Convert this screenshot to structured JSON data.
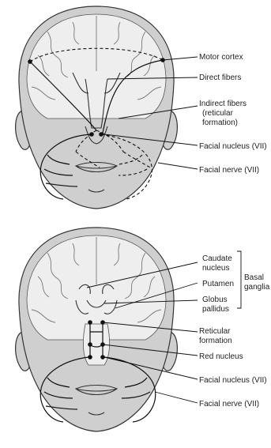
{
  "top_diagram": {
    "labels": {
      "motor_cortex": "Motor cortex",
      "direct_fibers": "Direct fibers",
      "indirect_fibers_line1": "Indirect fibers",
      "indirect_fibers_line2": "(reticular",
      "indirect_fibers_line3": "formation)",
      "facial_nucleus": "Facial nucleus (VII)",
      "facial_nerve": "Facial nerve (VII)"
    }
  },
  "bottom_diagram": {
    "labels": {
      "caudate_line1": "Caudate",
      "caudate_line2": "nucleus",
      "putamen": "Putamen",
      "globus_line1": "Globus",
      "globus_line2": "pallidus",
      "basal_line1": "Basal",
      "basal_line2": "ganglia",
      "reticular_line1": "Reticular",
      "reticular_line2": "formation",
      "red_nucleus": "Red nucleus",
      "facial_nucleus": "Facial nucleus (VII)",
      "facial_nerve": "Facial nerve (VII)"
    }
  },
  "icons": [
    "head-illustration",
    "brain-section"
  ]
}
